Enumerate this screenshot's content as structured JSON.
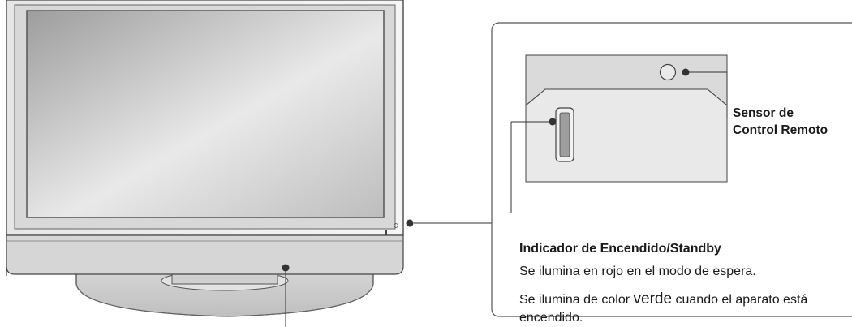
{
  "labels": {
    "sensor_line1": "Sensor de",
    "sensor_line2": "Control Remoto",
    "indicator_title": "Indicador de Encendido/Standby",
    "desc_standby": "Se ilumina en rojo en el modo de espera.",
    "desc_on_prefix": "Se ilumina de color ",
    "desc_on_green": "verde",
    "desc_on_suffix": " cuando el aparato está encendido."
  },
  "colors": {
    "line": "#222222",
    "panel_gray": "#d9d9d9",
    "screen_dark": "#9a9a9a",
    "screen_light": "#f2f2f2"
  }
}
